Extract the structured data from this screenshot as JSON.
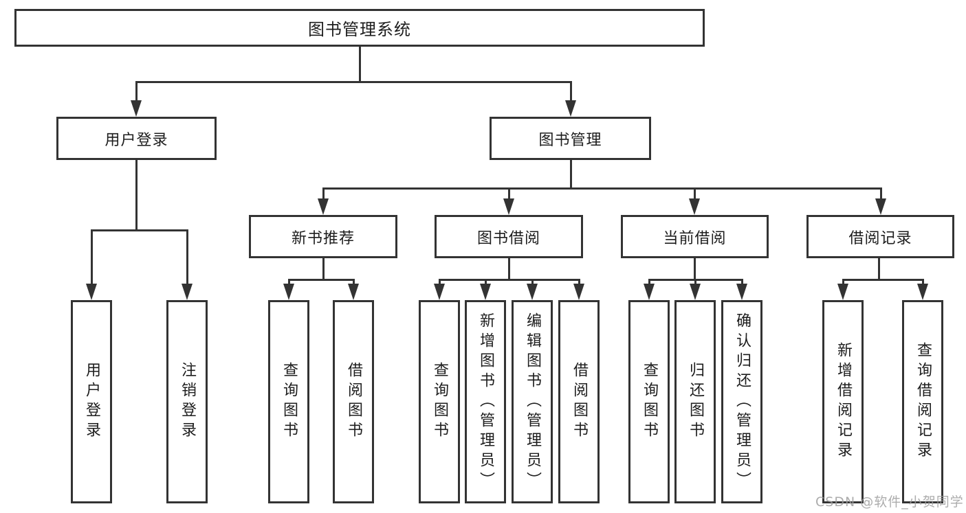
{
  "colors": {
    "line": "#333333",
    "box_border": "#333333",
    "text": "#1d1d1d",
    "background": "#ffffff",
    "watermark": "#9e9e9e"
  },
  "diagram": {
    "root": {
      "label": "图书管理系统"
    },
    "level2": [
      {
        "label": "用户登录"
      },
      {
        "label": "图书管理"
      }
    ],
    "level3": [
      {
        "label": "新书推荐"
      },
      {
        "label": "图书借阅"
      },
      {
        "label": "当前借阅"
      },
      {
        "label": "借阅记录"
      }
    ],
    "leaves": {
      "user": [
        {
          "label": "用户登录"
        },
        {
          "label": "注销登录"
        }
      ],
      "newbook": [
        {
          "label": "查询图书"
        },
        {
          "label": "借阅图书"
        }
      ],
      "borrow": [
        {
          "label": "查询图书"
        },
        {
          "label": "新增图书（管理员）"
        },
        {
          "label": "编辑图书（管理员）"
        },
        {
          "label": "借阅图书"
        }
      ],
      "current": [
        {
          "label": "查询图书"
        },
        {
          "label": "归还图书"
        },
        {
          "label": "确认归还（管理员）"
        }
      ],
      "records": [
        {
          "label": "新增借阅记录"
        },
        {
          "label": "查询借阅记录"
        }
      ]
    }
  },
  "watermark": {
    "text": "CSDN @软件_小贺同学"
  }
}
